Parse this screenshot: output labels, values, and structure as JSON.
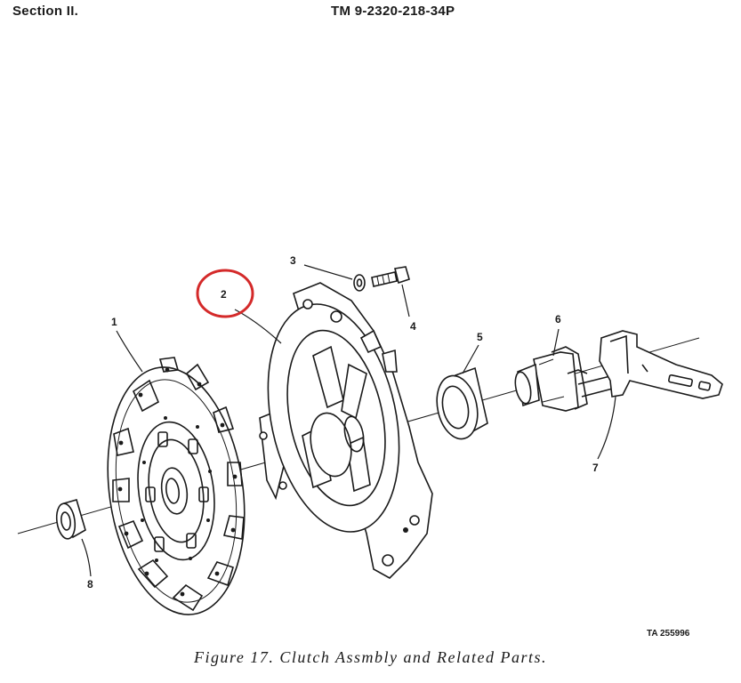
{
  "header": {
    "section": "Section II.",
    "tm_number": "TM 9-2320-218-34P"
  },
  "callouts": {
    "c1": "1",
    "c2": "2",
    "c3": "3",
    "c4": "4",
    "c5": "5",
    "c6": "6",
    "c7": "7",
    "c8": "8"
  },
  "highlight_color": "#d42a2a",
  "ta_number": "TA 255996",
  "caption": "Figure 17. Clutch Assmbly and Related Parts."
}
